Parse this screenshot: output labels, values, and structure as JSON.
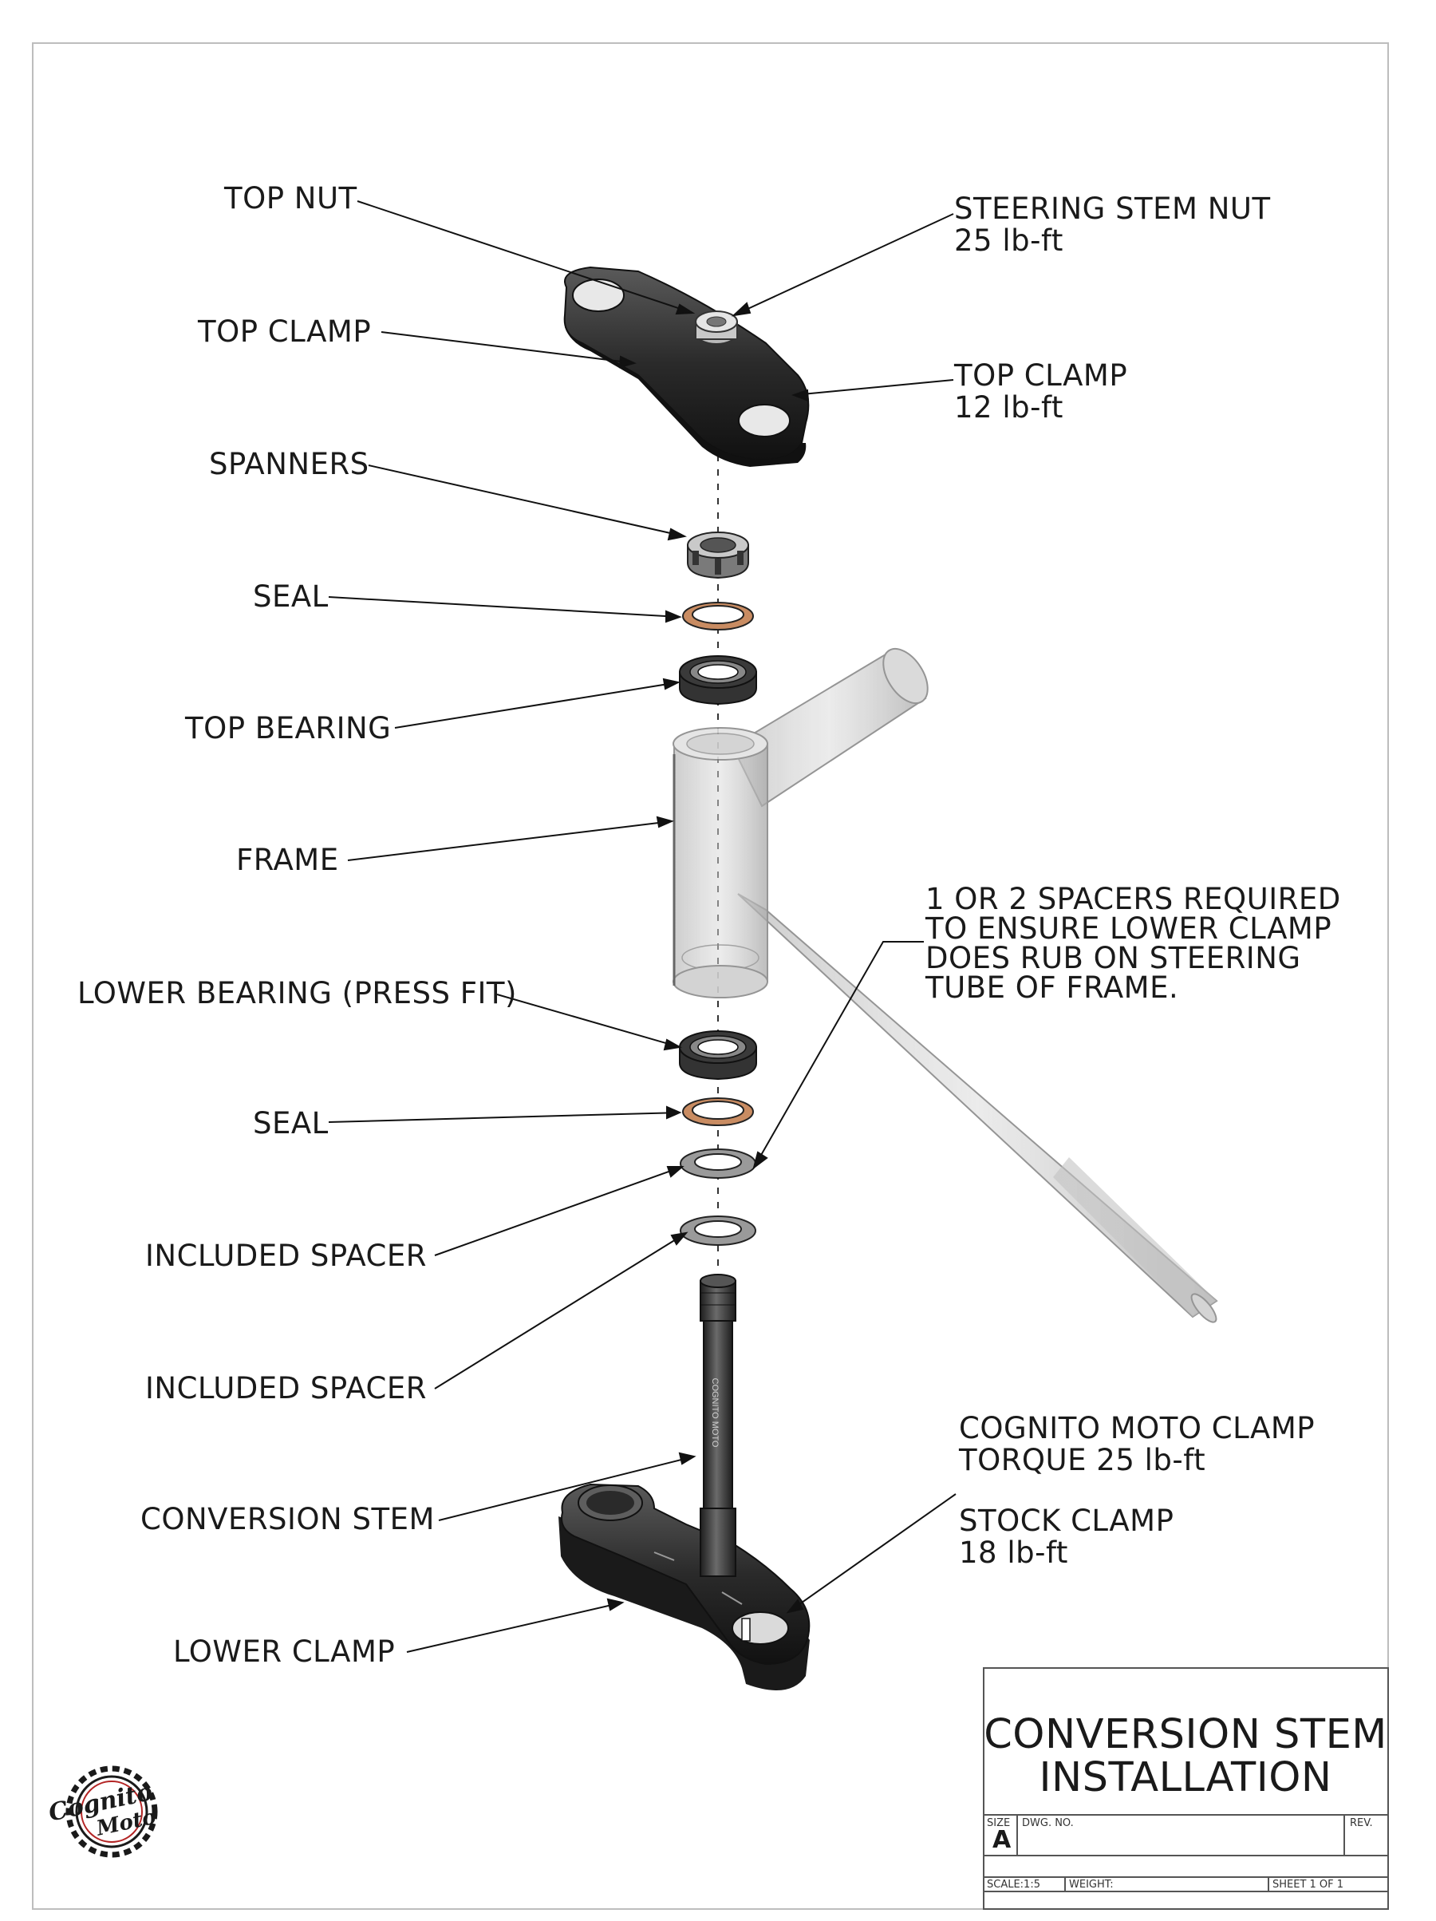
{
  "callouts": {
    "top_nut": "TOP NUT",
    "top_clamp": "TOP CLAMP",
    "spanners": "SPANNERS",
    "seal_top": "SEAL",
    "top_bearing": "TOP BEARING",
    "frame": "FRAME",
    "lower_bearing": "LOWER BEARING (PRESS FIT)",
    "seal_lower": "SEAL",
    "included_spacer_1": "INCLUDED SPACER",
    "included_spacer_2": "INCLUDED SPACER",
    "conversion_stem": "CONVERSION STEM",
    "lower_clamp": "LOWER CLAMP"
  },
  "notes": {
    "steering_stem_nut": [
      "STEERING STEM NUT",
      "25 lb-ft"
    ],
    "top_clamp_torque": [
      "TOP CLAMP",
      "12 lb-ft"
    ],
    "spacers_note": [
      "1 OR 2 SPACERS REQUIRED",
      "TO ENSURE LOWER CLAMP",
      "DOES RUB ON STEERING",
      "TUBE OF FRAME."
    ],
    "cognito_clamp": [
      "COGNITO MOTO CLAMP",
      "TORQUE 25 lb-ft"
    ],
    "stock_clamp": [
      "STOCK CLAMP",
      "18 lb-ft"
    ]
  },
  "title_block": {
    "title_line1": "CONVERSION STEM",
    "title_line2": "INSTALLATION",
    "size_label": "SIZE",
    "size_value": "A",
    "dwg_no_label": "DWG. NO.",
    "rev_label": "REV.",
    "scale": "SCALE:1:5",
    "weight": "WEIGHT:",
    "sheet": "SHEET 1 OF 1"
  },
  "logo": {
    "text_line1": "Cognito",
    "text_line2": "Moto"
  },
  "stem_engraving": "COGNITO MOTO",
  "colors": {
    "part_dark": "#2b2b2b",
    "frame_fill": "#c9c9c9",
    "seal_bronze": "#c98c62",
    "logo_red": "#b32424"
  }
}
